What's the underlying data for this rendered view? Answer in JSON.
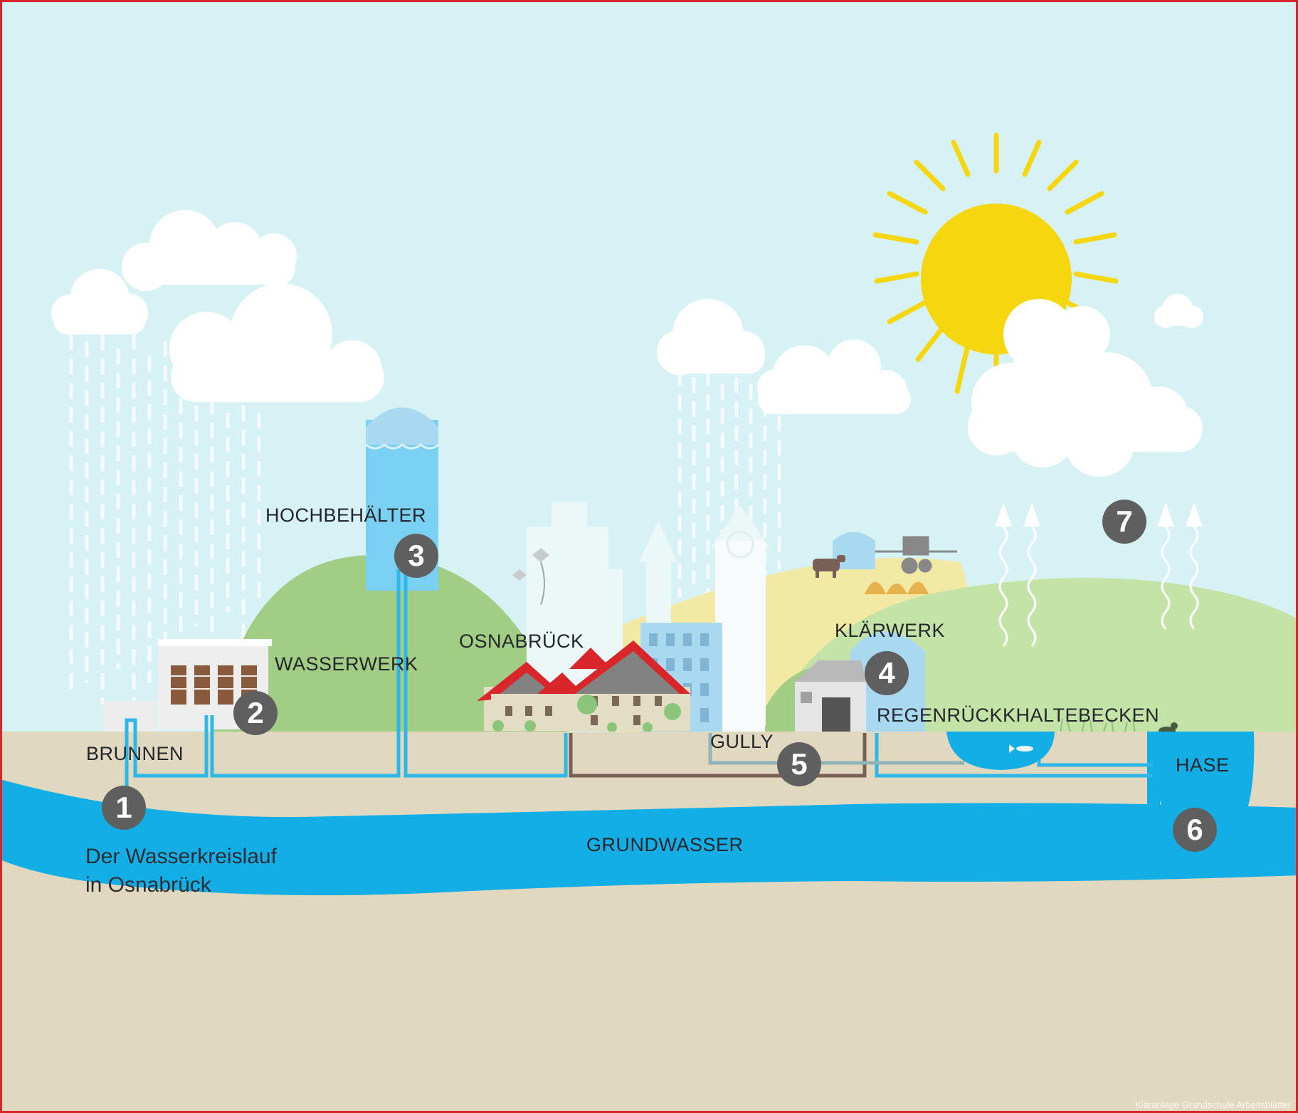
{
  "title": {
    "line1": "Der Wasserkreislauf",
    "line2": "in Osnabrück"
  },
  "labels": {
    "brunnen": "BRUNNEN",
    "wasserwerk": "WASSERWERK",
    "hochbehaelter": "HOCHBEHÄLTER",
    "osnabrueck": "OSNABRÜCK",
    "klaerwerk": "KLÄRWERK",
    "regenrueckhaltebecken": "REGENRÜCKKHALTEBECKEN",
    "gully": "GULLY",
    "hase": "HASE",
    "grundwasser": "GRUNDWASSER"
  },
  "markers": {
    "m1": "1",
    "m2": "2",
    "m3": "3",
    "m4": "4",
    "m5": "5",
    "m6": "6",
    "m7": "7"
  },
  "credit": "Kläranlage Grundschule Arbeitsblätter",
  "colors": {
    "sky": "#d7f2f5",
    "ground": "#e0d8bf",
    "groundwater": "#14aee6",
    "pipe_fresh": "#2fb7e8",
    "pipe_waste": "#7a5f55",
    "marker": "#5f5f60",
    "sun": "#f6d60e",
    "hill_green": "#a2cd84",
    "border": "#d9262b"
  },
  "icons": [
    "sun-icon",
    "cloud-icon",
    "rain-icon",
    "house-icon",
    "tower-icon",
    "cow-icon",
    "tractor-icon",
    "fish-icon",
    "duck-icon",
    "evaporation-arrow-icon"
  ]
}
